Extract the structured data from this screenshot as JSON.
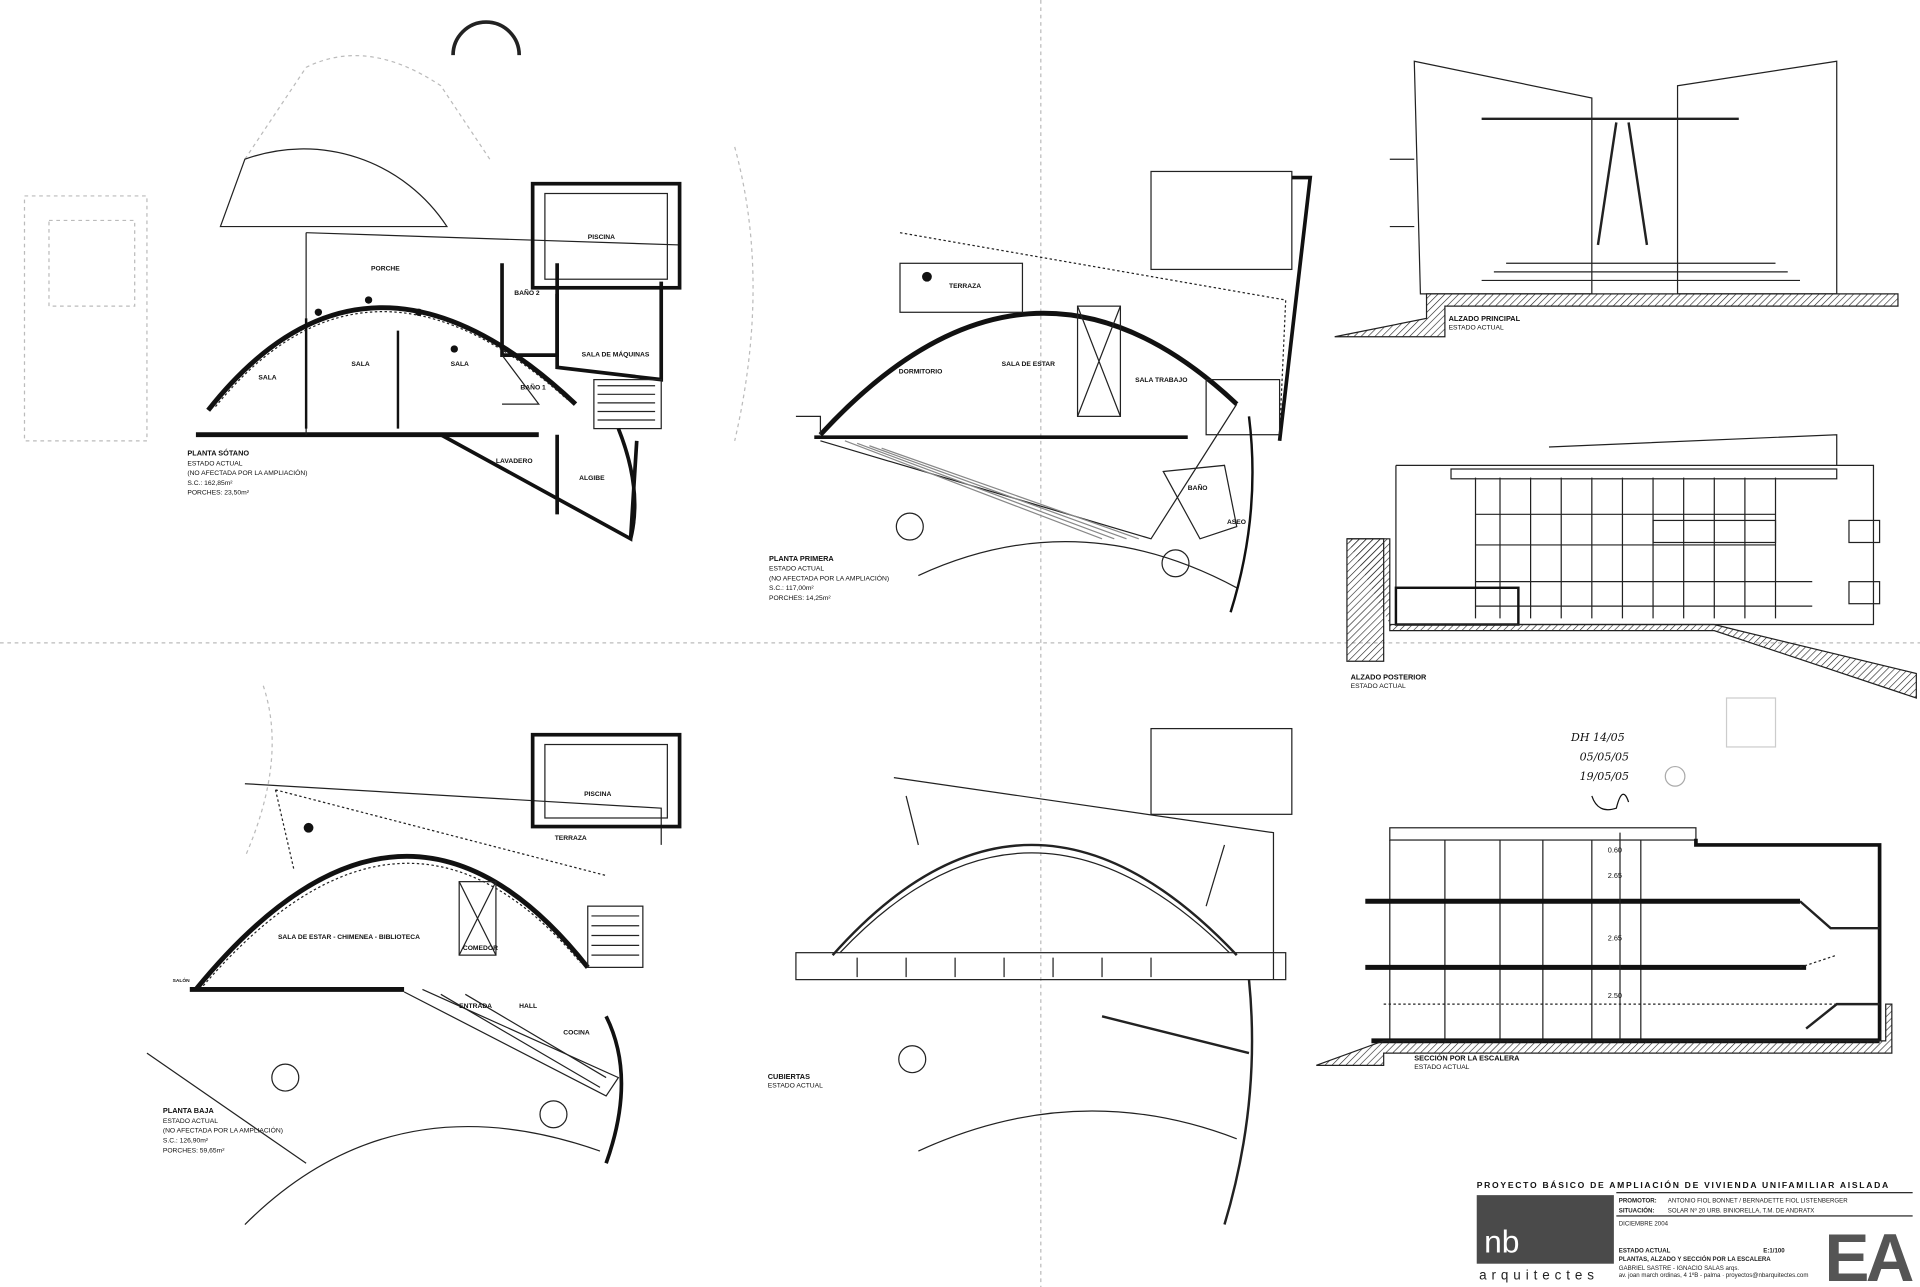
{
  "plans": {
    "sotano": {
      "title": "PLANTA SÓTANO",
      "status": "ESTADO ACTUAL",
      "note": "(NO AFECTADA POR LA AMPLIACIÓN)",
      "area": "S.C.: 162,85m²",
      "porches": "PORCHES: 23,50m²",
      "rooms": [
        "PORCHE",
        "SALA",
        "SALA",
        "SALA",
        "BAÑO 2",
        "SALA DE MÁQUINAS",
        "BAÑO 1",
        "LAVADERO",
        "ALGIBE",
        "PISCINA"
      ]
    },
    "primera": {
      "title": "PLANTA PRIMERA",
      "status": "ESTADO ACTUAL",
      "note": "(NO AFECTADA POR LA AMPLIACIÓN)",
      "area": "S.C.: 117,00m²",
      "porches": "PORCHES: 14,25m²",
      "rooms": [
        "TERRAZA",
        "DORMITORIO",
        "SALA DE ESTAR",
        "SALA TRABAJO",
        "BAÑO",
        "ASEO"
      ]
    },
    "baja": {
      "title": "PLANTA BAJA",
      "status": "ESTADO ACTUAL",
      "note": "(NO AFECTADA POR LA AMPLIACIÓN)",
      "area": "S.C.: 126,90m²",
      "porches": "PORCHES: 59,65m²",
      "rooms": [
        "SALA DE ESTAR - CHIMENEA - BIBLIOTECA",
        "COMEDOR",
        "TERRAZA",
        "PISCINA",
        "ENTRADA",
        "HALL",
        "COCINA",
        "SALÓN"
      ]
    },
    "cubiertas": {
      "title": "CUBIERTAS",
      "status": "ESTADO ACTUAL"
    }
  },
  "elevations": {
    "principal": {
      "title": "ALZADO PRINCIPAL",
      "status": "ESTADO ACTUAL"
    },
    "posterior": {
      "title": "ALZADO POSTERIOR",
      "status": "ESTADO ACTUAL"
    }
  },
  "section": {
    "title": "SECCIÓN POR LA ESCALERA",
    "status": "ESTADO ACTUAL",
    "dimensions": [
      "0.60",
      "2.65",
      "2.65",
      "2.50"
    ]
  },
  "stamp": {
    "handwriting": [
      "DH 14/05",
      "05/05/05",
      "19/05/05"
    ]
  },
  "title_block": {
    "project": "PROYECTO BÁSICO DE AMPLIACIÓN DE VIVIENDA UNIFAMILIAR AISLADA",
    "promotor_label": "PROMOTOR:",
    "promotor_value": "ANTONIO FIOL BONNET / BERNADETTE FIOL LISTENBERGER",
    "situacion_label": "SITUACIÓN:",
    "situacion_value": "SOLAR Nº 20 URB. BINIORELLA, T.M. DE ANDRATX",
    "date": "DICIEMBRE 2004",
    "sheet_status": "ESTADO ACTUAL",
    "sheet_title": "PLANTAS, ALZADO Y SECCIÓN POR LA ESCALERA",
    "scale": "E:1/100",
    "architects": "GABRIEL SASTRE - IGNACIO SALAS arqs.",
    "address": "av. joan march ordinas, 4 1ºB - palma · proyectos@nbarquitectes.com",
    "logo_main": "nb",
    "logo_sub": "arquitectes",
    "sheet_code": "EA"
  }
}
